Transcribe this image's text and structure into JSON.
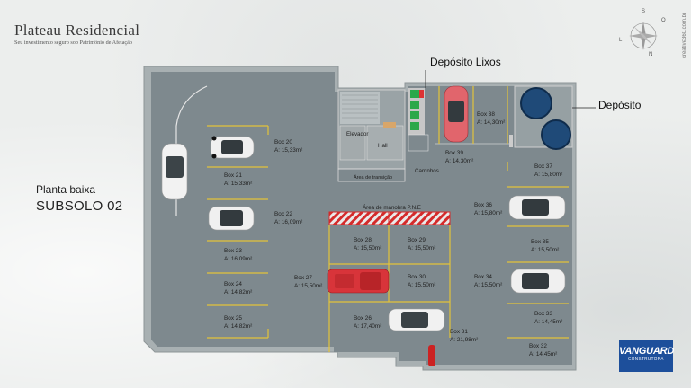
{
  "brand": {
    "title": "Plateau Residencial",
    "subtitle": "Seu investimento seguro sob Patrimônio de Afetação"
  },
  "caption": {
    "line1": "Planta baixa",
    "line2": "SUBSOLO 02"
  },
  "credit": "creative360.com.br",
  "compass": {
    "n": "N",
    "s": "S",
    "l": "L",
    "o": "O"
  },
  "callouts": {
    "lixos": "Depósito Lixos",
    "deposito": "Depósito"
  },
  "labels": {
    "elevador": "Elevador",
    "hall": "Hall",
    "carrinhos": "Carrinhos",
    "transicao": "Área de transição",
    "manobra": "Área de manobra P.N.E"
  },
  "boxes": [
    {
      "name": "Box 20",
      "area": "A: 15,33m²"
    },
    {
      "name": "Box 21",
      "area": "A: 15,33m²"
    },
    {
      "name": "Box 22",
      "area": "A: 16,09m²"
    },
    {
      "name": "Box 23",
      "area": "A: 16,09m²"
    },
    {
      "name": "Box 24",
      "area": "A: 14,82m²"
    },
    {
      "name": "Box 25",
      "area": "A: 14,82m²"
    },
    {
      "name": "Box 26",
      "area": "A: 17,40m²"
    },
    {
      "name": "Box 27",
      "area": "A: 15,50m²"
    },
    {
      "name": "Box 28",
      "area": "A: 15,50m²"
    },
    {
      "name": "Box 29",
      "area": "A: 15,50m²"
    },
    {
      "name": "Box 30",
      "area": "A: 15,50m²"
    },
    {
      "name": "Box 31",
      "area": "A: 21,98m²"
    },
    {
      "name": "Box 32",
      "area": "A: 14,45m²"
    },
    {
      "name": "Box 33",
      "area": "A: 14,45m²"
    },
    {
      "name": "Box 34",
      "area": "A: 15,50m²"
    },
    {
      "name": "Box 35",
      "area": "A: 15,50m²"
    },
    {
      "name": "Box 36",
      "area": "A: 15,80m²"
    },
    {
      "name": "Box 37",
      "area": "A: 15,80m²"
    },
    {
      "name": "Box 38",
      "area": "A: 14,30m²"
    },
    {
      "name": "Box 39",
      "area": "A: 14,30m²"
    }
  ],
  "logo": {
    "name": "VANGUARD",
    "sub": "CONSTRUTORA"
  },
  "colors": {
    "floor": "#7f8a8f",
    "wall": "#a9b0b2",
    "line": "#e3c33a",
    "pne": "#d42b2b"
  }
}
